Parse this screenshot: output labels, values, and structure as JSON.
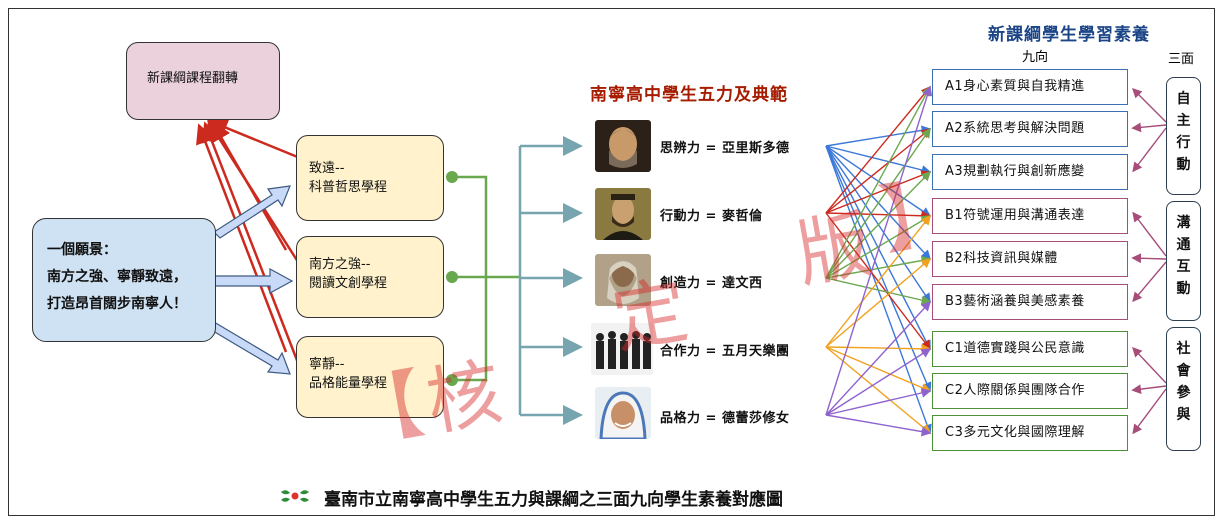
{
  "reform": {
    "label": "新課綱課程翻轉"
  },
  "vision": {
    "lines": [
      "一個願景：",
      "南方之強、寧靜致遠，",
      "打造昂首闊步南寧人！"
    ]
  },
  "courses": [
    {
      "line1": "致遠--",
      "line2": "科普哲思學程"
    },
    {
      "line1": "南方之強--",
      "line2": "閱讀文創學程"
    },
    {
      "line1": "寧靜--",
      "line2": "品格能量學程"
    }
  ],
  "powers_title": "南寧高中學生五力及典範",
  "powers": [
    {
      "text": "思辨力 = 亞里斯多德",
      "icon": "aristotle-portrait"
    },
    {
      "text": "行動力 = 麥哲倫",
      "icon": "magellan-portrait"
    },
    {
      "text": "創造力 = 達文西",
      "icon": "da-vinci-portrait"
    },
    {
      "text": "合作力 = 五月天樂團",
      "icon": "mayday-band-photo"
    },
    {
      "text": "品格力 = 德蕾莎修女",
      "icon": "mother-teresa-photo"
    }
  ],
  "competency_title": "新課綱學生學習素養",
  "nine_label": "九向",
  "three_label": "三面",
  "competencies": [
    "A1身心素質與自我精進",
    "A2系統思考與解決問題",
    "A3規劃執行與創新應變",
    "B1符號運用與溝通表達",
    "B2科技資訊與媒體",
    "B3藝術涵養與美感素養",
    "C1道德實踐與公民意識",
    "C2人際關係與團隊合作",
    "C3多元文化與國際理解"
  ],
  "aspects": [
    {
      "chars": "自主行動",
      "c1": "自",
      "c2": "主",
      "c3": "行",
      "c4": "動"
    },
    {
      "chars": "溝通互動",
      "c1": "溝",
      "c2": "通",
      "c3": "互",
      "c4": "動"
    },
    {
      "chars": "社會參與",
      "c1": "社",
      "c2": "會",
      "c3": "參",
      "c4": "與"
    }
  ],
  "footer": {
    "logo": "school-logo",
    "caption": "臺南市立南寧高中學生五力與課綱之三面九向學生素養對應圖"
  },
  "watermark": {
    "c1": "【",
    "c2": "核",
    "c3": "定",
    "c4": "版",
    "c5": "】"
  },
  "colors": {
    "red": "#cc2a1f",
    "blue_arrow": "#c9daf8",
    "green": "#6aa84f",
    "teal": "#76a5af",
    "purple_title": "#a61c00",
    "navy": "#1c4587"
  },
  "links": [
    [
      0,
      1
    ],
    [
      0,
      2
    ],
    [
      0,
      3
    ],
    [
      0,
      4
    ],
    [
      0,
      5
    ],
    [
      0,
      6
    ],
    [
      0,
      7
    ],
    [
      0,
      8
    ],
    [
      1,
      0
    ],
    [
      1,
      1
    ],
    [
      1,
      2
    ],
    [
      1,
      3
    ],
    [
      1,
      6
    ],
    [
      2,
      0
    ],
    [
      2,
      1
    ],
    [
      2,
      2
    ],
    [
      2,
      3
    ],
    [
      2,
      4
    ],
    [
      2,
      5
    ],
    [
      3,
      3
    ],
    [
      3,
      4
    ],
    [
      3,
      6
    ],
    [
      3,
      7
    ],
    [
      3,
      8
    ],
    [
      4,
      0
    ],
    [
      4,
      5
    ],
    [
      4,
      6
    ],
    [
      4,
      7
    ],
    [
      4,
      8
    ]
  ]
}
